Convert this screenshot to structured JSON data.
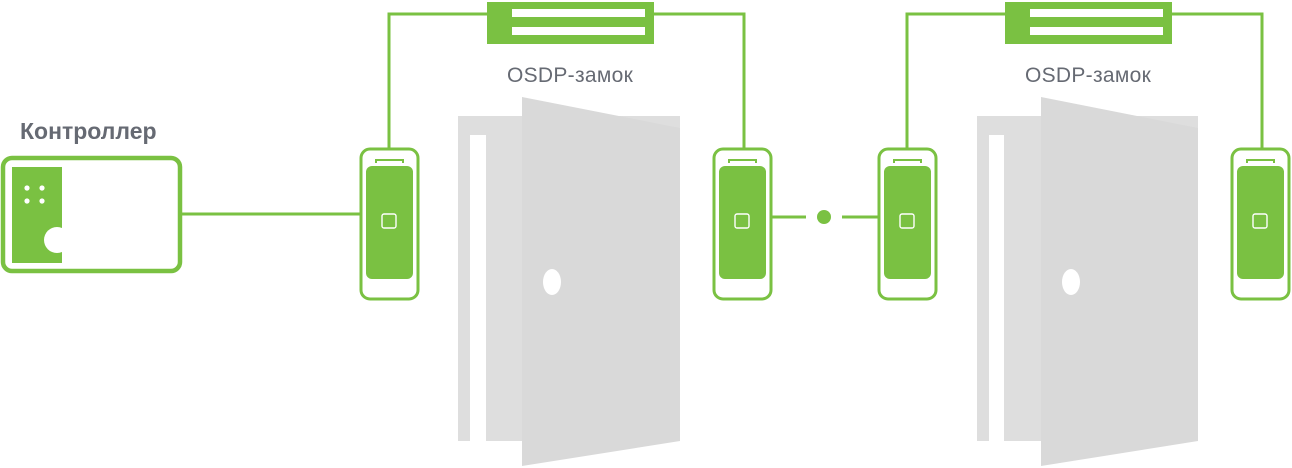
{
  "colors": {
    "green": "#7ac142",
    "text_gray": "#666a73",
    "door_gray": "#d9d9d9",
    "door_frame": "#dedede",
    "background": "#ffffff"
  },
  "controller": {
    "title": "Контроллер",
    "icon": "controller-box-icon"
  },
  "doors": [
    {
      "lock_label": "OSDP-замок",
      "lock_icon": "electromagnetic-lock-icon",
      "door_icon": "open-door-icon",
      "reader_icon": "card-reader-icon"
    },
    {
      "lock_label": "OSDP-замок",
      "lock_icon": "electromagnetic-lock-icon",
      "door_icon": "open-door-icon",
      "reader_icon": "card-reader-icon"
    }
  ],
  "connector_icon": "bus-node-dot-icon"
}
